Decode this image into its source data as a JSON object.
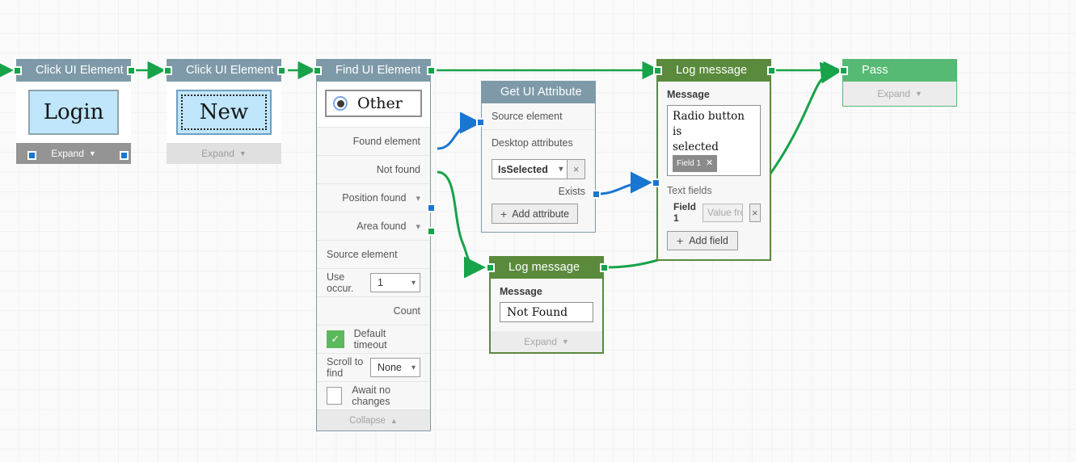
{
  "canvas": {
    "grid": true,
    "bg_color": "#fafafa",
    "grid_color": "#e4e6e7"
  },
  "palette": {
    "node_header_blue": "#7e9aa9",
    "node_header_green_dark": "#5a8a3c",
    "node_header_green_light": "#56b974",
    "port_green": "#16a34a",
    "port_blue": "#1976d2",
    "wire_green": "#16a34a",
    "wire_blue": "#1976d2",
    "screenshot_button_fill": "#bfe6fb"
  },
  "nodes": [
    {
      "id": "click-ui-element-1",
      "title": "Click UI Element",
      "header_style": "blue",
      "screenshot_label": "Login",
      "expand_label": "Expand",
      "expand_caret": "▼",
      "expand_state": "dark"
    },
    {
      "id": "click-ui-element-2",
      "title": "Click UI Element",
      "header_style": "blue",
      "screenshot_label": "New",
      "expand_label": "Expand",
      "expand_caret": "▼",
      "expand_state": "light"
    },
    {
      "id": "find-ui-element",
      "title": "Find UI Element",
      "header_style": "blue",
      "target": {
        "type": "radio",
        "label": "Other",
        "selected": true
      },
      "rows": [
        {
          "name": "found-element",
          "label": "Found element",
          "align": "right",
          "port": "blue"
        },
        {
          "name": "not-found",
          "label": "Not found",
          "align": "right",
          "port": "green"
        },
        {
          "name": "position-found",
          "label": "Position found",
          "align": "right",
          "control": "chevron"
        },
        {
          "name": "area-found",
          "label": "Area found",
          "align": "right",
          "control": "chevron"
        },
        {
          "name": "source-element",
          "label": "Source element",
          "align": "left"
        },
        {
          "name": "use-occurrence",
          "label": "Use occur.",
          "align": "left",
          "control": "select",
          "value": "1"
        },
        {
          "name": "count",
          "label": "Count",
          "align": "right"
        },
        {
          "name": "default-timeout",
          "label": "Default timeout",
          "align": "left",
          "control": "checkbox",
          "checked": true
        },
        {
          "name": "scroll-to-find",
          "label": "Scroll to find",
          "align": "left",
          "control": "select",
          "value": "None"
        },
        {
          "name": "await-no-changes",
          "label": "Await no changes",
          "align": "left",
          "control": "checkbox",
          "checked": false
        }
      ],
      "collapse_label": "Collapse",
      "collapse_caret": "▲"
    },
    {
      "id": "get-ui-attribute",
      "title": "Get UI Attribute",
      "header_style": "blue",
      "source_element_label": "Source element",
      "desktop_attributes_label": "Desktop attributes",
      "attribute_value": "IsSelected",
      "attribute_remove_label": "×",
      "exists_label": "Exists",
      "add_attribute_label": "Add attribute",
      "add_attribute_plus": "+"
    },
    {
      "id": "log-message-success",
      "title": "Log message",
      "header_style": "green-dark",
      "message_label": "Message",
      "message_text_line1": "Radio button is",
      "message_text_line2": "selected",
      "message_chip_label": "Field 1",
      "message_chip_close": "✕",
      "text_fields_label": "Text fields",
      "field_name": "Field 1",
      "field_placeholder": "Value from",
      "field_remove_label": "×",
      "add_field_label": "Add field",
      "add_field_plus": "+"
    },
    {
      "id": "log-message-not-found",
      "title": "Log message",
      "header_style": "green-dark",
      "message_label": "Message",
      "message_value": "Not Found",
      "expand_label": "Expand",
      "expand_caret": "▼"
    },
    {
      "id": "pass",
      "title": "Pass",
      "header_style": "green-light",
      "expand_label": "Expand",
      "expand_caret": "▼"
    }
  ],
  "connections": [
    {
      "from": "entry",
      "to": "click-ui-element-1",
      "color": "green"
    },
    {
      "from": "click-ui-element-1",
      "to": "click-ui-element-2",
      "color": "green"
    },
    {
      "from": "click-ui-element-2",
      "to": "find-ui-element",
      "color": "green"
    },
    {
      "from": "find-ui-element.out",
      "to": "log-message-success",
      "color": "green"
    },
    {
      "from": "find-ui-element.found-element",
      "to": "get-ui-attribute.source-element",
      "color": "blue"
    },
    {
      "from": "find-ui-element.not-found",
      "to": "log-message-not-found",
      "color": "green"
    },
    {
      "from": "get-ui-attribute.exists",
      "to": "log-message-success.field-1",
      "color": "blue"
    },
    {
      "from": "log-message-success",
      "to": "pass",
      "color": "green"
    },
    {
      "from": "log-message-not-found",
      "to": "pass",
      "color": "green"
    }
  ]
}
